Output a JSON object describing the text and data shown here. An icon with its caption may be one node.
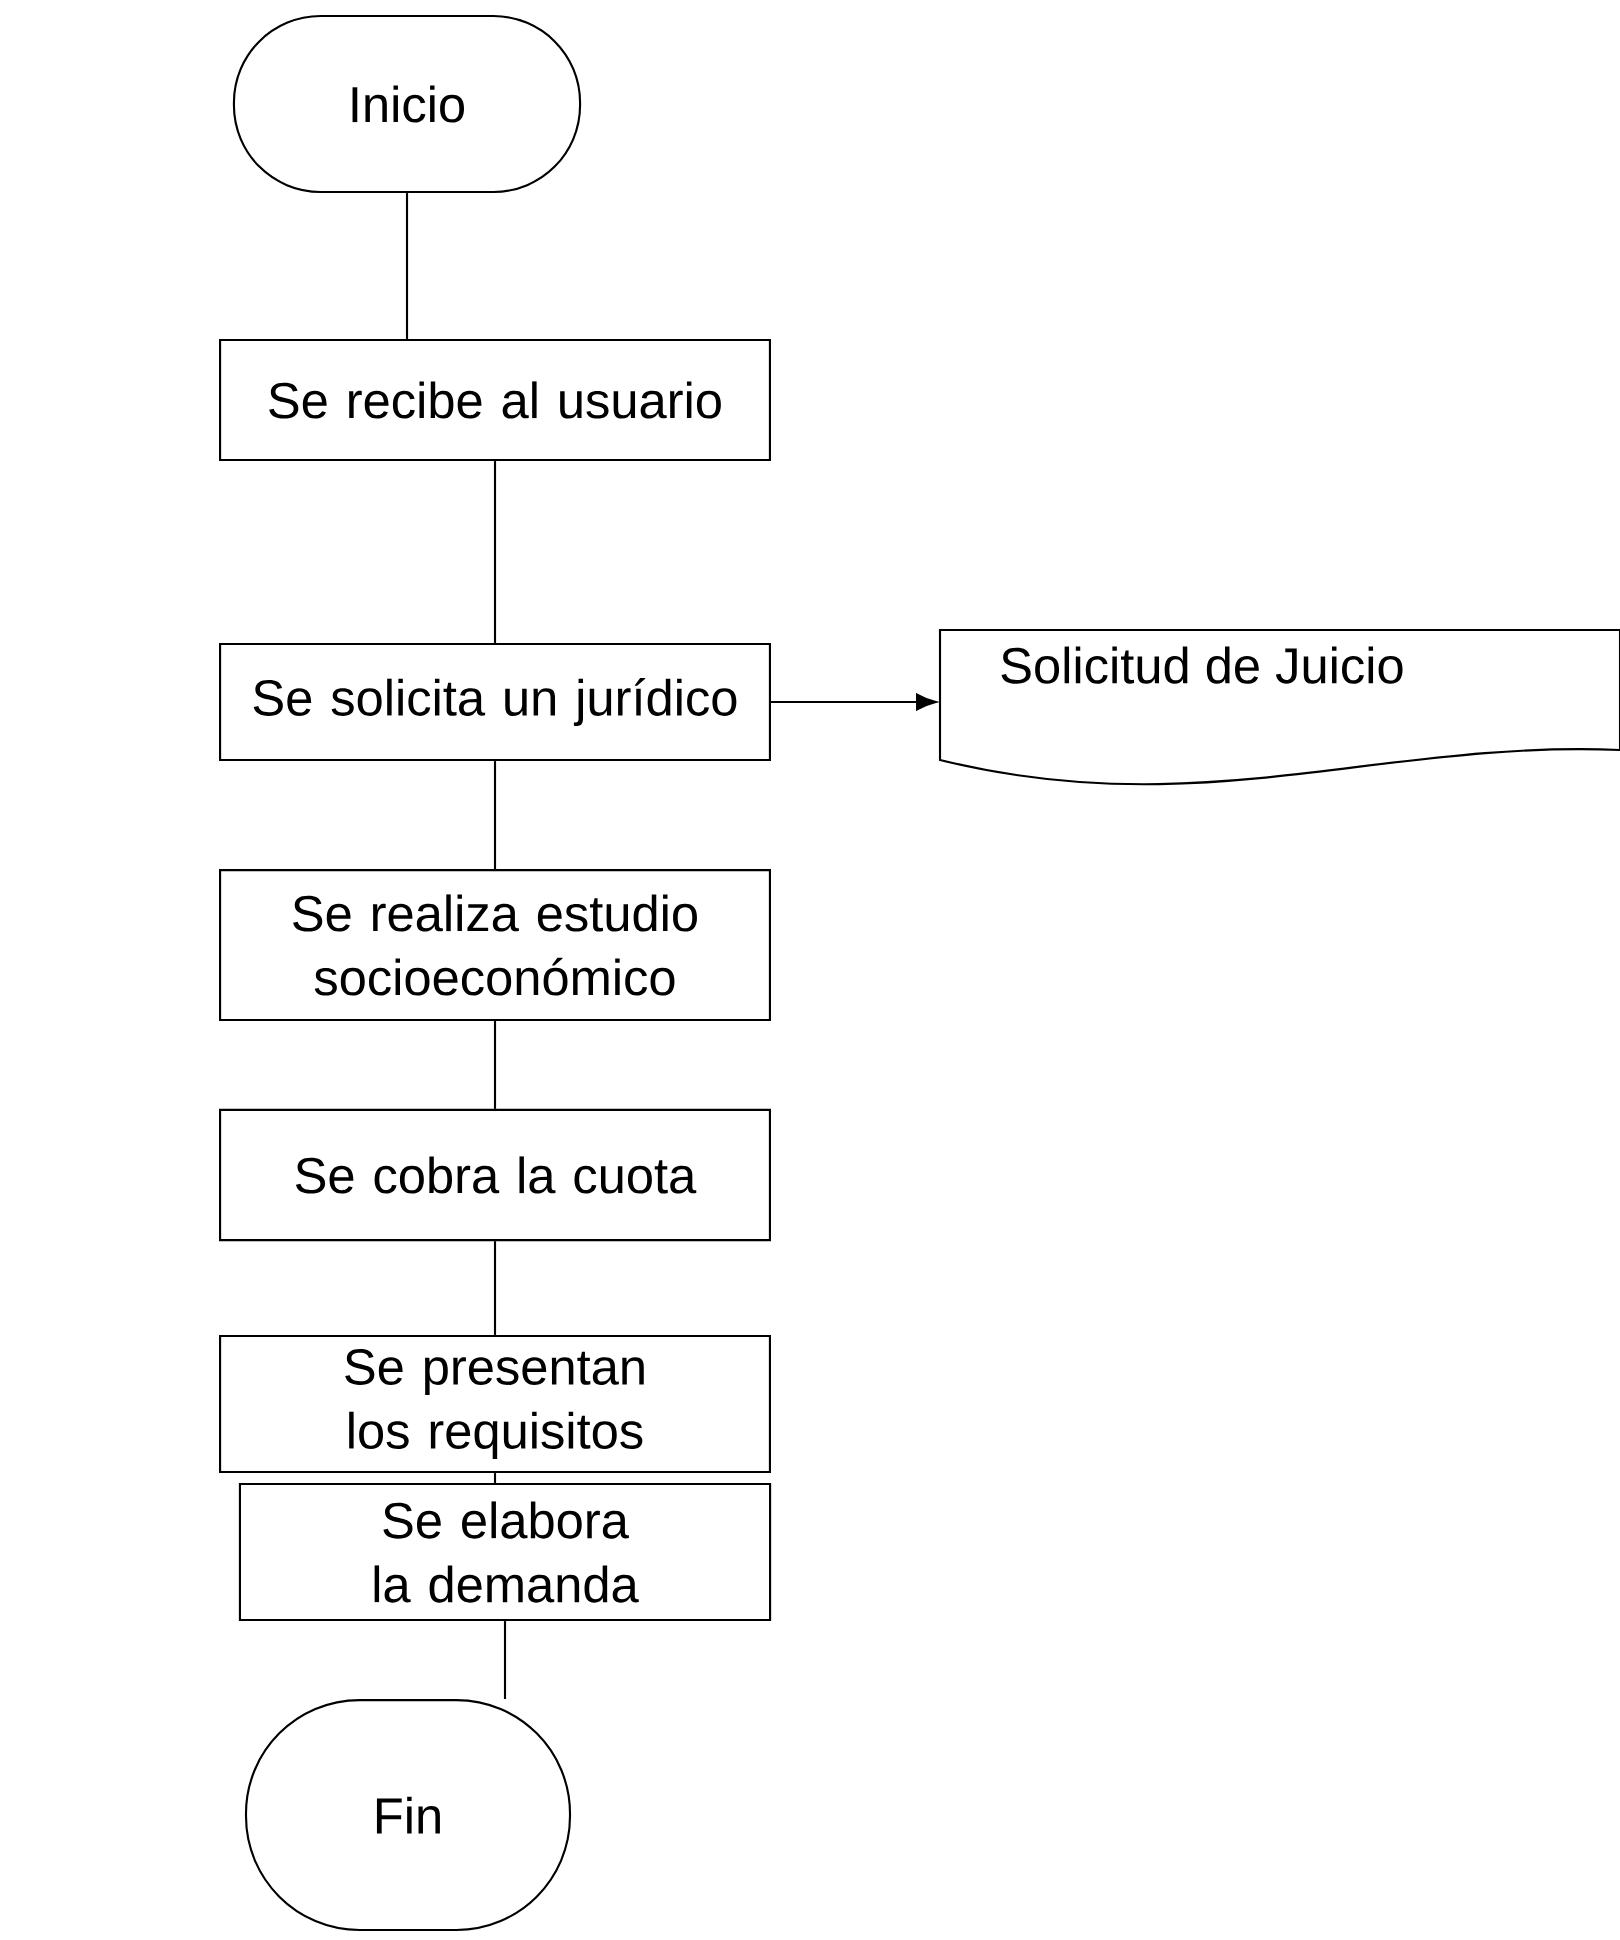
{
  "diagram": {
    "nodes": [
      {
        "text": [
          "Inicio"
        ]
      },
      {
        "text": [
          "Se recibe al usuario"
        ]
      },
      {
        "text": [
          "Se solicita un jurídico"
        ]
      },
      {
        "text": [
          "Solicitud de Juicio"
        ]
      },
      {
        "text": [
          "Se realiza estudio socioeconómico"
        ]
      },
      {
        "text": [
          "Se cobra la cuota"
        ]
      },
      {
        "text": [
          "Se presentan los requisitos"
        ]
      },
      {
        "text": [
          "Se elabora la demanda"
        ]
      },
      {
        "text": [
          "Fin"
        ]
      }
    ],
    "edges": [
      {
        "from": 0,
        "to": 1,
        "arrow": "none"
      },
      {
        "from": 1,
        "to": 2,
        "arrow": "none"
      },
      {
        "from": 2,
        "to": 3,
        "arrow": "to"
      },
      {
        "from": 2,
        "to": 4,
        "arrow": "none"
      },
      {
        "from": 4,
        "to": 5,
        "arrow": "none"
      },
      {
        "from": 5,
        "to": 6,
        "arrow": "none"
      },
      {
        "from": 6,
        "to": 7,
        "arrow": "none"
      },
      {
        "from": 7,
        "to": 8,
        "arrow": "none"
      }
    ]
  }
}
